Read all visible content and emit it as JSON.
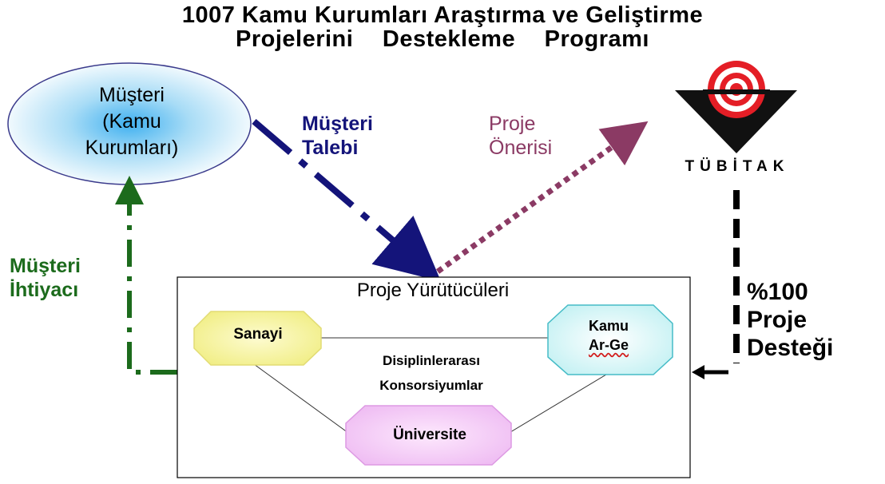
{
  "title": {
    "line1": "1007 Kamu Kurumları Araştırma ve Geliştirme",
    "line2": "Projelerini Destekleme Programı"
  },
  "nodes": {
    "customer": {
      "line1": "Müşteri",
      "line2": "(Kamu",
      "line3": "Kurumları)"
    },
    "tubitak": {
      "name": "TÜBİTAK"
    },
    "executors": {
      "title": "Proje Yürütücüleri",
      "center_line1": "Disiplinlerarası",
      "center_line2": "Konsorsiyumlar",
      "sanayi": "Sanayi",
      "kamu_line1": "Kamu",
      "kamu_line2": "Ar-Ge",
      "universite": "Üniversite"
    }
  },
  "edges": {
    "talep": {
      "line1": "Müşteri",
      "line2": "Talebi",
      "color": "#14147a"
    },
    "oneri": {
      "line1": "Proje",
      "line2": "Önerisi",
      "color": "#8b3a64"
    },
    "ihtiyac": {
      "line1": "Müşteri",
      "line2": "İhtiyacı",
      "color": "#1c6b1c"
    },
    "destek": {
      "line1": "%100",
      "line2": "Proje",
      "line3": "Desteği",
      "color": "#000000"
    }
  },
  "colors": {
    "sanayi_fill": "#f7f59a",
    "kamu_fill": "#e9fbfb",
    "universite_fill": "#f6d2f8",
    "logo_red": "#e41e26"
  },
  "icons": [
    "tubitak-logo-icon"
  ]
}
